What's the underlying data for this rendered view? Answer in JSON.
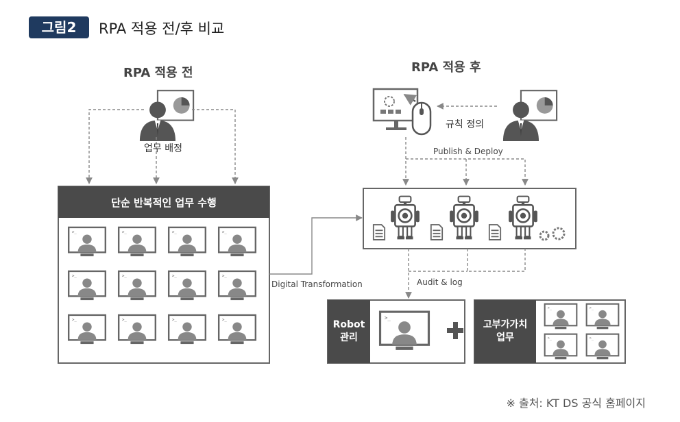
{
  "figure": {
    "badge": "그림2",
    "title": "RPA 적용 전/후 비교"
  },
  "before": {
    "title": "RPA 적용 전",
    "assign_label": "업무 배정",
    "box_header": "단순 반복적인 업무 수행"
  },
  "after": {
    "title": "RPA 적용 후",
    "rule_label": "규칙 정의",
    "publish_label": "Publish & Deploy",
    "audit_label": "Audit & log",
    "robot_mgmt_label": [
      "Robot",
      "관리"
    ],
    "high_value_label": [
      "고부가가치",
      "업무"
    ]
  },
  "transition_label": "Digital Transformation",
  "source": "※ 출처: KT DS 공식 홈페이지",
  "colors": {
    "badge": "#1f3a5f",
    "dark_header": "#4a4a4a",
    "icon_gray": "#8a8a8a",
    "line": "#888888"
  }
}
